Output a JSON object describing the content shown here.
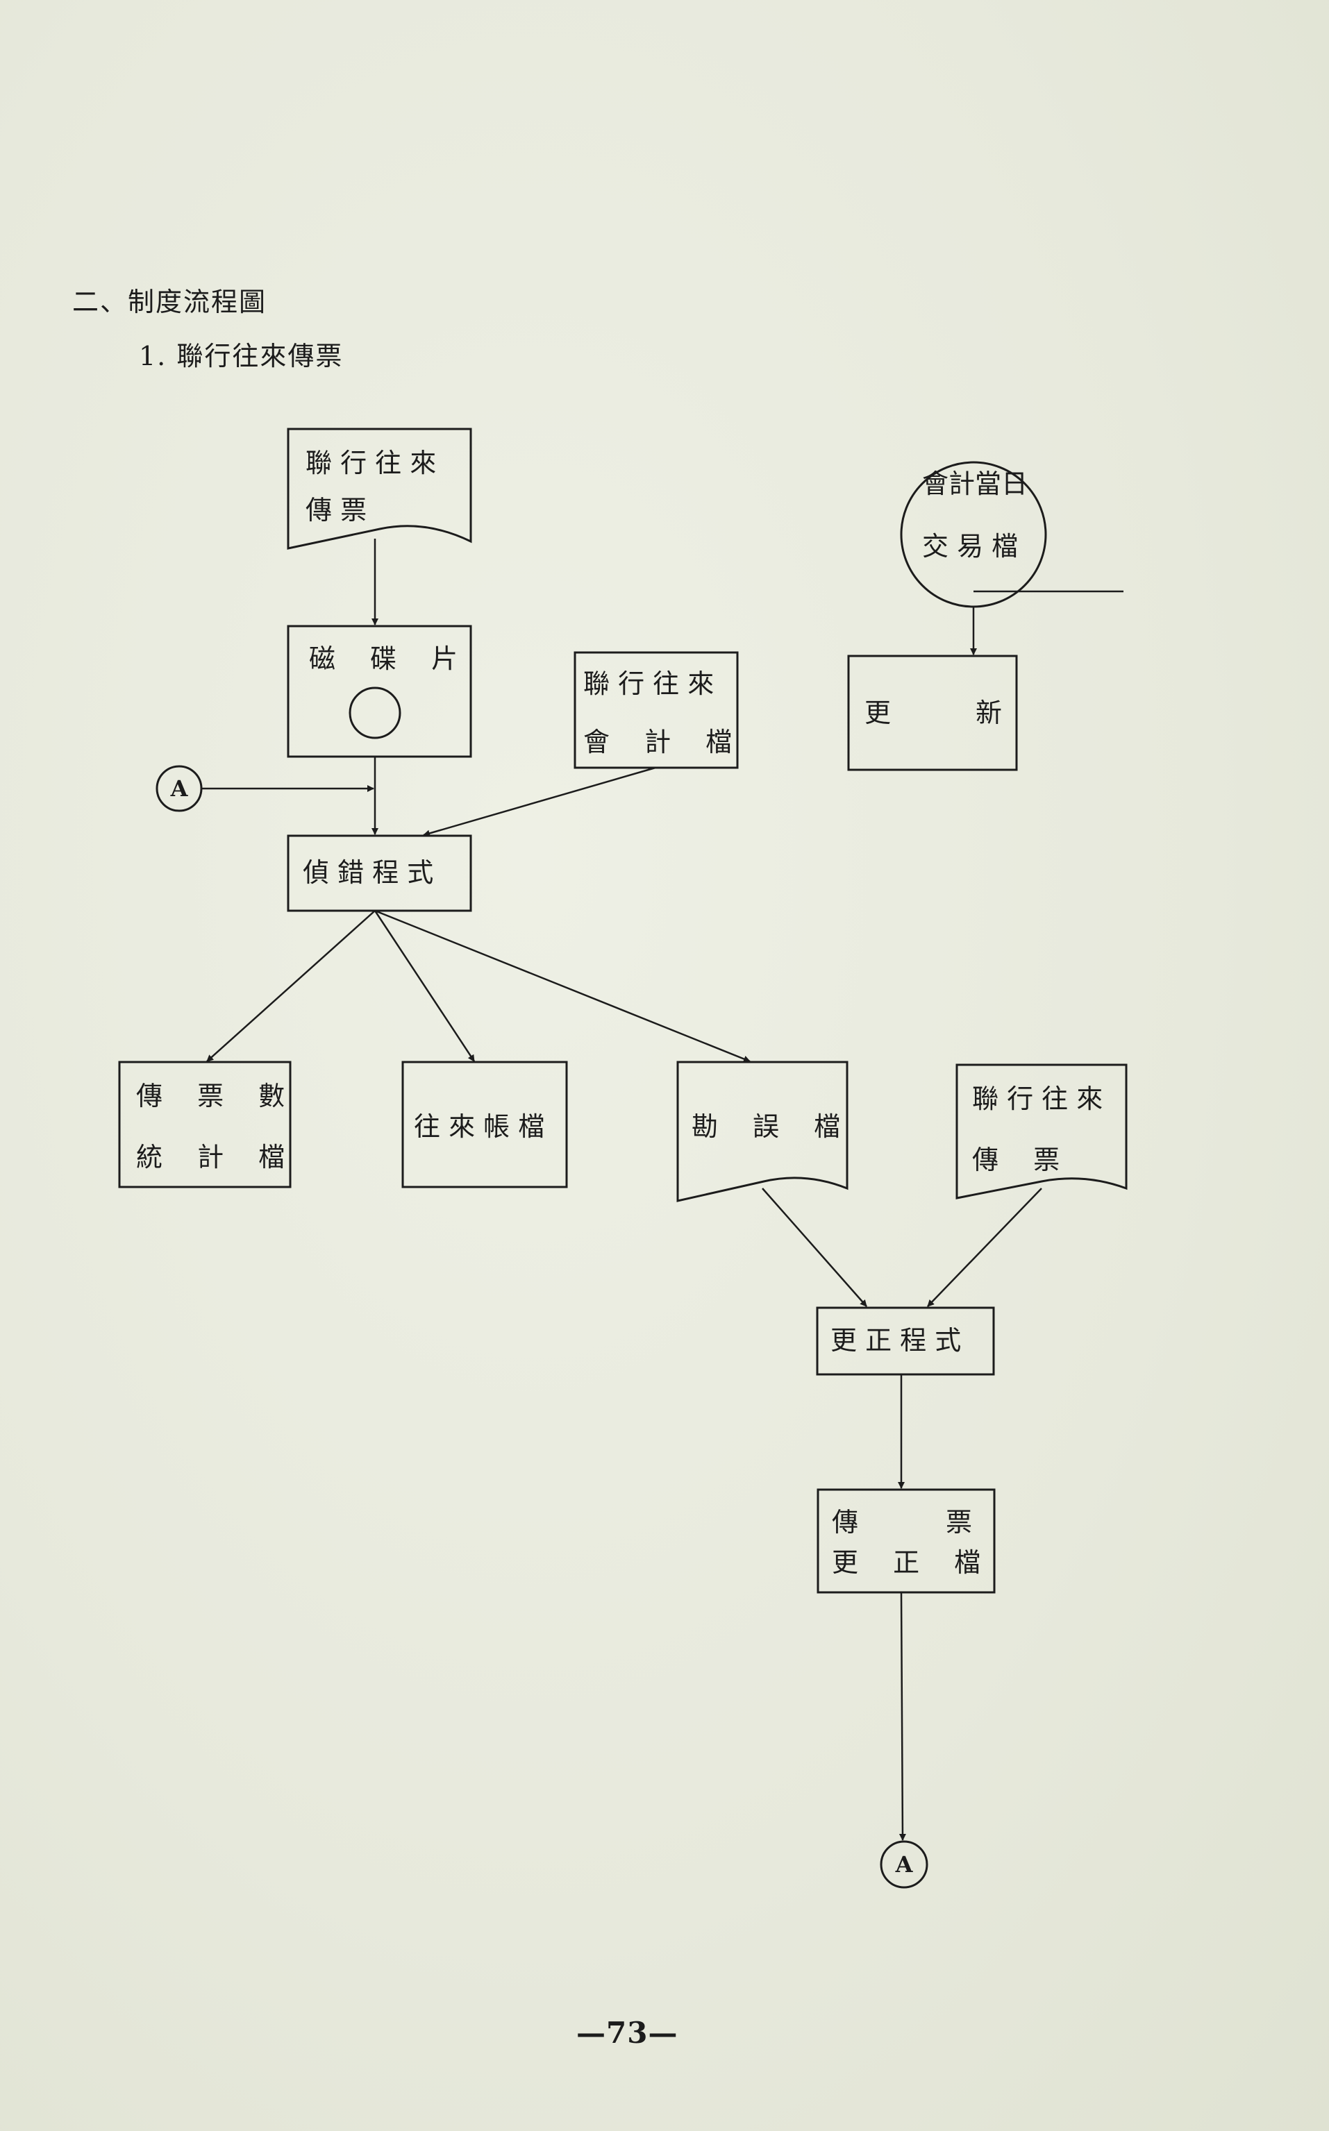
{
  "section_title": "二、制度流程圖",
  "subsection_title": "1. 聯行往來傳票",
  "page_number": "—73—",
  "nodes": {
    "voucher_doc": {
      "line1": "聯 行 往 來",
      "line2": "傳 票"
    },
    "magnetic_disk": {
      "label": "磁　 碟　 片"
    },
    "daily_txn_file": {
      "line1": "會計當日",
      "line2": "交 易 檔"
    },
    "update": {
      "left": "更",
      "right": "新"
    },
    "account_file": {
      "line1": "聯 行 往 來",
      "line2": "會　 計　 檔"
    },
    "connector_a_in": {
      "label": "A"
    },
    "error_check_program": {
      "label": "偵 錯 程 式"
    },
    "voucher_stats_file": {
      "line1": "傳　 票　 數",
      "line2": "統　 計　 檔"
    },
    "ledger_file": {
      "label": "往 來 帳 檔"
    },
    "error_report": {
      "label": "勘　 誤　 檔"
    },
    "voucher_doc_2": {
      "line1": "聯 行 往 來",
      "line2": "傳　 票"
    },
    "correction_program": {
      "label": "更 正 程 式"
    },
    "voucher_correction_file": {
      "line1a": "傳",
      "line1b": "票",
      "line2": "更　 正　 檔"
    },
    "connector_a_out": {
      "label": "A"
    }
  }
}
